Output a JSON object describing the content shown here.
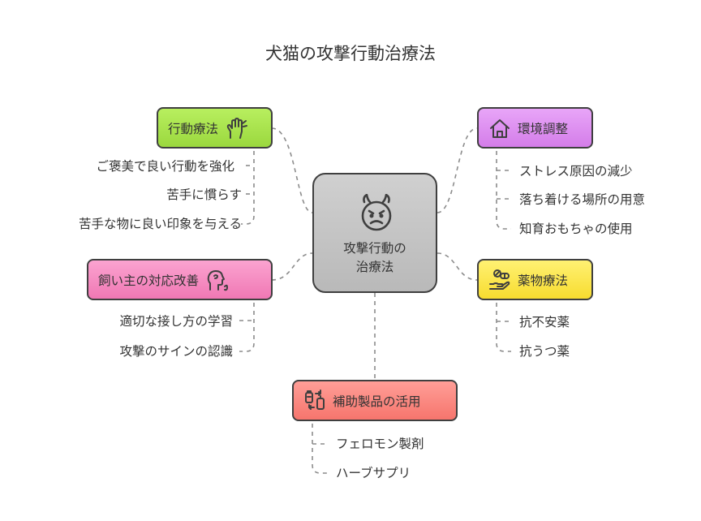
{
  "title": "犬猫の攻撃行動治療法",
  "center": {
    "line1": "攻撃行動の",
    "line2": "治療法",
    "icon": "devil-face-icon"
  },
  "branches": {
    "behavior": {
      "label": "行動療法",
      "icon": "hand-gesture-icon",
      "color": "#a8e24c",
      "items": [
        "ご褒美で良い行動を強化",
        "苦手に慣らす",
        "苦手な物に良い印象を与える"
      ]
    },
    "environment": {
      "label": "環境調整",
      "icon": "home-icon",
      "color": "#dd8ff0",
      "items": [
        "ストレス原因の減少",
        "落ち着ける場所の用意",
        "知育おもちゃの使用"
      ]
    },
    "owner": {
      "label": "飼い主の対応改善",
      "icon": "person-thinking-icon",
      "color": "#f58cc2",
      "items": [
        "適切な接し方の学習",
        "攻撃のサインの認識"
      ]
    },
    "medication": {
      "label": "薬物療法",
      "icon": "pills-hand-icon",
      "color": "#fae650",
      "items": [
        "抗不安薬",
        "抗うつ薬"
      ]
    },
    "products": {
      "label": "補助製品の活用",
      "icon": "products-exchange-icon",
      "color": "#fa8a82",
      "items": [
        "フェロモン製剤",
        "ハーブサプリ"
      ]
    }
  }
}
